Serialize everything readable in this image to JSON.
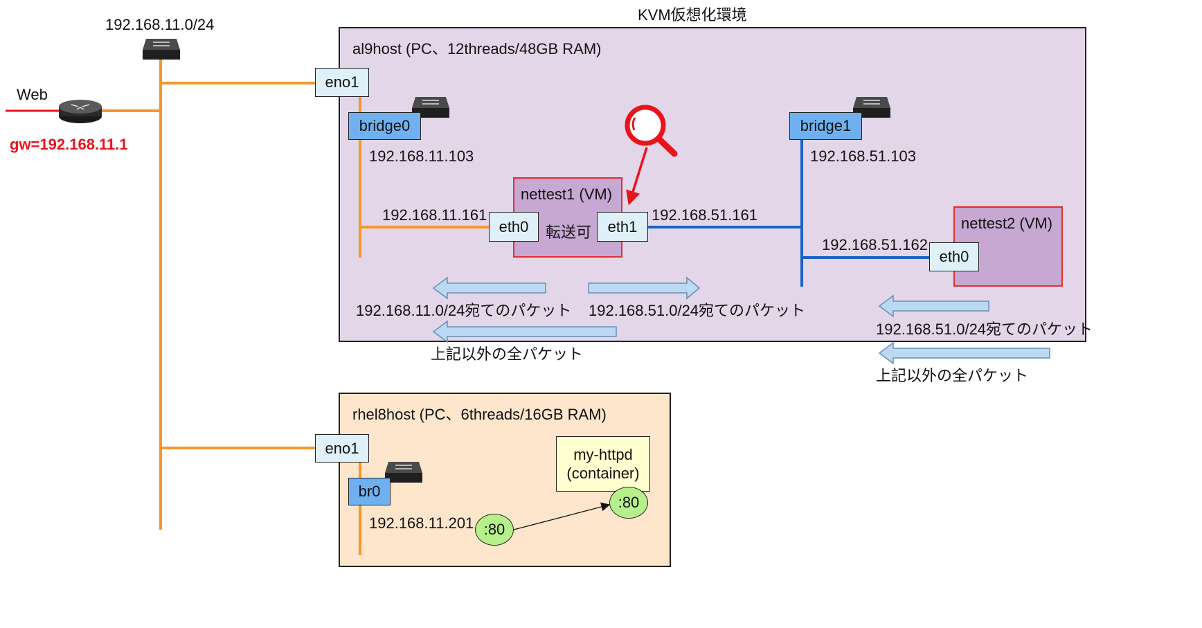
{
  "top_title": "KVM仮想化環境",
  "network": {
    "subnet_label": "192.168.11.0/24",
    "web_label": "Web",
    "gw_label": "gw=192.168.11.1"
  },
  "al9host": {
    "title": "al9host (PC、12threads/48GB RAM)",
    "eno1": "eno1",
    "bridge0": "bridge0",
    "bridge0_ip": "192.168.11.103",
    "bridge1": "bridge1",
    "bridge1_ip": "192.168.51.103",
    "vm1": {
      "title": "nettest1 (VM)",
      "eth0": "eth0",
      "eth0_ip": "192.168.11.161",
      "eth1": "eth1",
      "eth1_ip": "192.168.51.161",
      "forward_label": "転送可"
    },
    "vm2": {
      "title": "nettest2 (VM)",
      "eth0": "eth0",
      "eth0_ip": "192.168.51.162"
    },
    "arrows": {
      "left_subnet": "192.168.11.0/24宛てのパケット",
      "right_subnet": "192.168.51.0/24宛てのパケット",
      "left_other": "上記以外の全パケット",
      "vm2_subnet": "192.168.51.0/24宛てのパケット",
      "vm2_other": "上記以外の全パケット"
    }
  },
  "rhel8host": {
    "title": "rhel8host (PC、6threads/16GB RAM)",
    "eno1": "eno1",
    "br0": "br0",
    "br0_ip": "192.168.11.201",
    "container_line1": "my-httpd",
    "container_line2": "(container)",
    "host_port": ":80",
    "container_port": ":80"
  },
  "colors": {
    "orange": "#f5962a",
    "blue": "#1a62c8",
    "red": "#e8141c",
    "al9_bg": "#e3d6e8",
    "rhel_bg": "#fde6cc"
  }
}
